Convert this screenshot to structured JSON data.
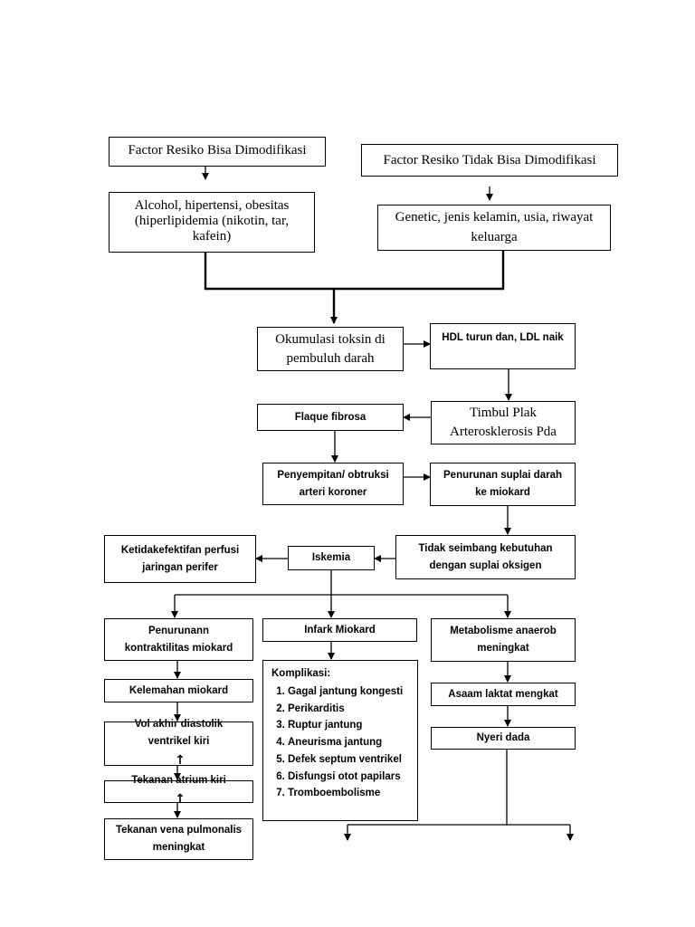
{
  "nodes": {
    "modifiable_risk": "Factor Resiko Bisa Dimodifikasi",
    "non_modifiable_risk": "Factor Resiko Tidak Bisa Dimodifikasi",
    "modifiable_examples": "Alcohol, hipertensi, obesitas\n(hiperlipidemia (nikotin, tar,\nkafein)",
    "non_modifiable_examples": "Genetic, jenis kelamin, usia, riwayat\nkeluarga",
    "toxin_accumulation": "Okumulasi toksin di\npembuluh darah",
    "hdl_ldl": "HDL turun dan, LDL naik",
    "plaque": "Timbul Plak\nArterosklerosis Pda",
    "flaque_fibrosa": "Flaque fibrosa",
    "narrowing": "Penyempitan/ obtruksi\narteri koroner",
    "reduced_supply": "Penurunan suplai darah\nke miokard",
    "imbalance": "Tidak seimbang kebutuhan\ndengan suplai oksigen",
    "ischemia": "Iskemia",
    "perfusion": "Ketidakefektifan perfusi\njaringan perifer",
    "contractility": "Penurunann\nkontraktilitas miokard",
    "infarct": "Infark Miokard",
    "anaerobic": "Metabolisme anaerob\nmeningkat",
    "weakness": "Kelemahan miokard",
    "lactic": "Asaam laktat mengkat",
    "edv": "Vol akhir diastolik\nventrikel kiri",
    "chest_pain": "Nyeri dada",
    "atrium": "Tekanan atrium kiri",
    "pulmonary": "Tekanan vena pulmonalis\nmeningkat"
  },
  "arrow_symbol": "↑",
  "complications": {
    "title": "Komplikasi:",
    "items": [
      "Gagal jantung kongesti",
      "Perikarditis",
      "Ruptur jantung",
      "Aneurisma jantung",
      "Defek septum ventrikel",
      "Disfungsi otot papilars",
      "Tromboembolisme"
    ]
  }
}
